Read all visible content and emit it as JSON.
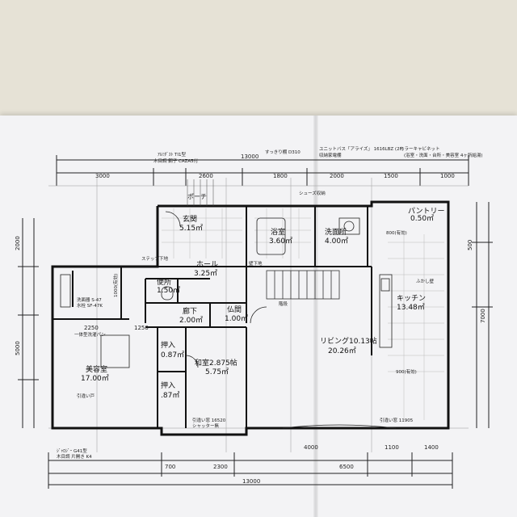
{
  "top_labels": {
    "gutter": "ｱﾙﾐﾀﾞｽﾄ TI1型",
    "wood_cover": "木目調 鋼子 CAZA5付",
    "window_top": "すっきり棚 D310",
    "unit": "ユニットバス「アライズ」 1616LBZ (2F)",
    "mirror": "ミラーキャビネット",
    "cabinet": "収納家電棚",
    "floor_note": "(浴室・洗面・台所・美容室 4ヶ所給湯)"
  },
  "dimensions": {
    "total_top": "13000",
    "d3000": "3000",
    "d2600": "2600",
    "d1800": "1800",
    "d2000": "2000",
    "d1500": "1500",
    "d1000": "1000",
    "d4000": "4000",
    "d6500": "6500",
    "d2300": "2300",
    "d700": "700",
    "d1400": "1400",
    "d1100": "1100",
    "d500": "500",
    "d7000": "7000",
    "d2250": "2250",
    "d1250": "1250",
    "d5000": "5000",
    "d900": "900",
    "total_bottom": "13000"
  },
  "rooms": {
    "genkan": "玄関",
    "genkan_area": "5.15㎡",
    "porch": "ポーチ",
    "yokushitsu": "浴室",
    "yokushitsu_area": "3.60㎡",
    "senmenjo": "洗面所",
    "senmenjo_area": "4.00㎡",
    "pantry": "パントリー",
    "pantry_area": "0.50㎡",
    "hall": "ホール",
    "hall_area": "3.25㎡",
    "toilet": "便所",
    "toilet_area": "1.50㎡",
    "corridor": "廊下",
    "corridor_area": "2.00㎡",
    "butsuma": "仏間",
    "butsuma_area": "1.00㎡",
    "oshiire1": "押入",
    "oshiire1_area": "0.87㎡",
    "oshiire2": "押入",
    "oshiire2_area": ".87㎡",
    "washitsu": "和室2.875帖",
    "washitsu_area": "5.75㎡",
    "biyoushitsu": "美容室",
    "biyoushitsu_area": "17.00㎡",
    "kitchen": "キッチン",
    "kitchen_area": "13.48㎡",
    "living": "リビング10.13帖",
    "living_area": "20.26㎡"
  },
  "notes": {
    "effective1": "1000(有効)",
    "effective2": "900(有効)",
    "effective3": "800(有効)",
    "step1": "ステップ下地",
    "wall1": "壁下地",
    "kabe": "ふかし壁",
    "shoe": "シューズ収納",
    "hikido": "引違い戸",
    "stair": "階段",
    "senmen": "洗面器 S-47",
    "suisen": "水栓 SF-47K",
    "rack": "一体型洗濯パン",
    "bottom_note1": "ｼﾞｬﾛｼﾞｰ G41型",
    "bottom_note2": "木目調 片開き K4",
    "bottom_note3": "引違い窓 16520",
    "bottom_note4": "シャッター無",
    "bottom_note5": "引違い窓 11905"
  }
}
